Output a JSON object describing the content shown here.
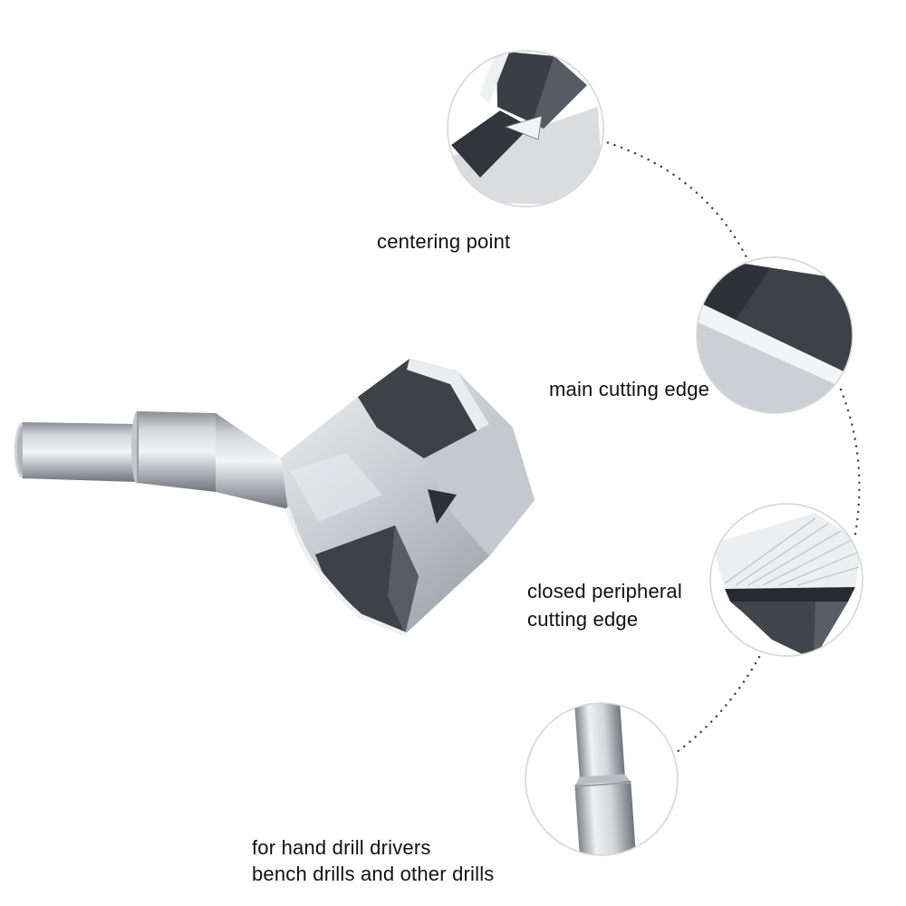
{
  "figure": {
    "kind": "annotated product diagram",
    "subject": "forstner-drill-bit"
  },
  "callouts": {
    "centering_point": {
      "label": "centering point"
    },
    "main_cutting_edge": {
      "label": "main cutting edge"
    },
    "peripheral_edge": {
      "line1": "closed peripheral",
      "line2": "cutting edge"
    },
    "drill_compatibility": {
      "line1": "for hand drill drivers",
      "line2": "bench drills and other drills"
    }
  },
  "colors": {
    "background": "#ffffff",
    "text": "#111111",
    "metal_light": "#f2f4f5",
    "metal_mid": "#c9cdd1",
    "metal_dark": "#6f757b",
    "flute_dark": "#3b4046",
    "circle_border": "#d8d8d8",
    "dotted_line": "#3f3f3f"
  }
}
